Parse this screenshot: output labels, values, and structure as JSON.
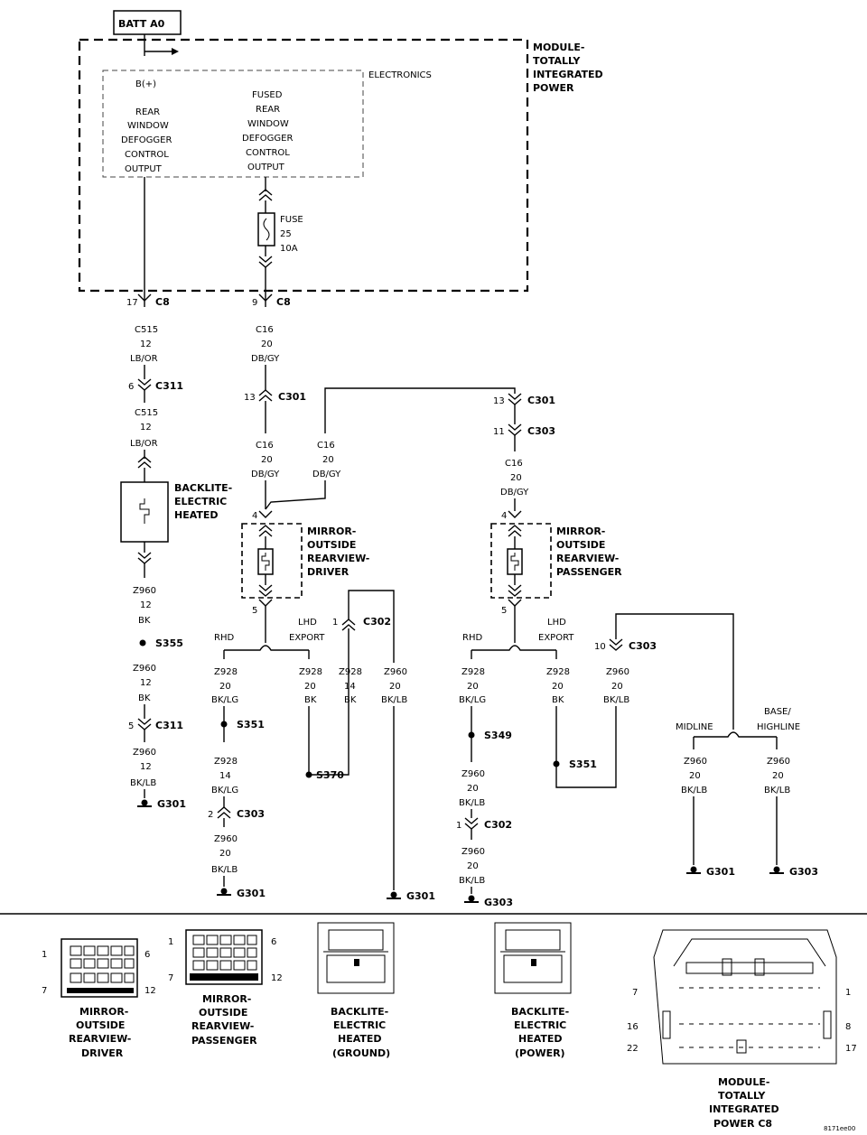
{
  "batt": "BATT A0",
  "module": {
    "label": [
      "MODULE-",
      "TOTALLY",
      "INTEGRATED",
      "POWER"
    ],
    "electronics": "ELECTRONICS",
    "bplus": "B(+)",
    "out1": [
      "REAR",
      "WINDOW",
      "DEFOGGER",
      "CONTROL",
      "OUTPUT"
    ],
    "out2": [
      "FUSED",
      "REAR",
      "WINDOW",
      "DEFOGGER",
      "CONTROL",
      "OUTPUT"
    ],
    "fuse": [
      "FUSE",
      "25",
      "10A"
    ]
  },
  "connectors": {
    "c8_17": {
      "pin": "17",
      "name": "C8"
    },
    "c8_9": {
      "pin": "9",
      "name": "C8"
    },
    "c311_6": {
      "pin": "6",
      "name": "C311"
    },
    "c301_13a": {
      "pin": "13",
      "name": "C301"
    },
    "c301_13b": {
      "pin": "13",
      "name": "C301"
    },
    "c303_11": {
      "pin": "11",
      "name": "C303"
    },
    "c302_1a": {
      "pin": "1",
      "name": "C302"
    },
    "c303_10": {
      "pin": "10",
      "name": "C303"
    },
    "c311_5": {
      "pin": "5",
      "name": "C311"
    },
    "c303_2": {
      "pin": "2",
      "name": "C303"
    },
    "c302_1b": {
      "pin": "1",
      "name": "C302"
    }
  },
  "wires": {
    "c515a": [
      "C515",
      "12",
      "LB/OR"
    ],
    "c515b": [
      "C515",
      "12",
      "LB/OR"
    ],
    "c16_top": [
      "C16",
      "20",
      "DB/GY"
    ],
    "c16_left": [
      "C16",
      "20",
      "DB/GY"
    ],
    "c16_mid": [
      "C16",
      "20",
      "DB/GY"
    ],
    "c16_right": [
      "C16",
      "20",
      "DB/GY"
    ],
    "z960_a": [
      "Z960",
      "12",
      "BK"
    ],
    "z960_b": [
      "Z960",
      "12",
      "BK"
    ],
    "z960_c": [
      "Z960",
      "12",
      "BK/LB"
    ],
    "z928_a": [
      "Z928",
      "20",
      "BK/LG"
    ],
    "z928_b": [
      "Z928",
      "14",
      "BK/LG"
    ],
    "z960_d": [
      "Z960",
      "20",
      "BK/LB"
    ],
    "z928_c": [
      "Z928",
      "20",
      "BK"
    ],
    "z928_d": [
      "Z928",
      "14",
      "BK"
    ],
    "z960_e": [
      "Z960",
      "20",
      "BK/LB"
    ],
    "z928_e": [
      "Z928",
      "20",
      "BK/LG"
    ],
    "z960_f": [
      "Z960",
      "20",
      "BK/LB"
    ],
    "z960_g": [
      "Z960",
      "20",
      "BK/LB"
    ],
    "z928_f": [
      "Z928",
      "20",
      "BK"
    ],
    "z960_h": [
      "Z960",
      "20",
      "BK/LB"
    ],
    "z960_i": [
      "Z960",
      "20",
      "BK/LB"
    ],
    "z960_j": [
      "Z960",
      "20",
      "BK/LB"
    ]
  },
  "components": {
    "backlite": [
      "BACKLITE-",
      "ELECTRIC",
      "HEATED"
    ],
    "mirror_driver": [
      "MIRROR-",
      "OUTSIDE",
      "REARVIEW-",
      "DRIVER"
    ],
    "mirror_pass": [
      "MIRROR-",
      "OUTSIDE",
      "REARVIEW-",
      "PASSENGER"
    ]
  },
  "pins": {
    "p4a": "4",
    "p5a": "5",
    "p4b": "4",
    "p5b": "5"
  },
  "branches": {
    "rhd": "RHD",
    "lhd_export": [
      "LHD",
      "EXPORT"
    ],
    "midline": "MIDLINE",
    "base_highline": [
      "BASE/",
      "HIGHLINE"
    ]
  },
  "splices": {
    "s355": "S355",
    "s351a": "S351",
    "s370": "S370",
    "s349": "S349",
    "s351b": "S351"
  },
  "grounds": {
    "g301a": "G301",
    "g301b": "G301",
    "g301c": "G301",
    "g303a": "G303",
    "g301d": "G301",
    "g303b": "G303"
  },
  "connector_views": {
    "mirror_driver": {
      "label": [
        "MIRROR-",
        "OUTSIDE",
        "REARVIEW-",
        "DRIVER"
      ],
      "pins": [
        "1",
        "6",
        "7",
        "12"
      ]
    },
    "mirror_pass": {
      "label": [
        "MIRROR-",
        "OUTSIDE",
        "REARVIEW-",
        "PASSENGER"
      ],
      "pins": [
        "1",
        "6",
        "7",
        "12"
      ]
    },
    "backlite_ground": {
      "label": [
        "BACKLITE-",
        "ELECTRIC",
        "HEATED",
        "(GROUND)"
      ]
    },
    "backlite_power": {
      "label": [
        "BACKLITE-",
        "ELECTRIC",
        "HEATED",
        "(POWER)"
      ]
    },
    "module_c8": {
      "label": [
        "MODULE-",
        "TOTALLY",
        "INTEGRATED",
        "POWER C8"
      ],
      "pins": [
        "7",
        "1",
        "16",
        "8",
        "22",
        "17"
      ]
    }
  },
  "figure_id": "8171ee00"
}
